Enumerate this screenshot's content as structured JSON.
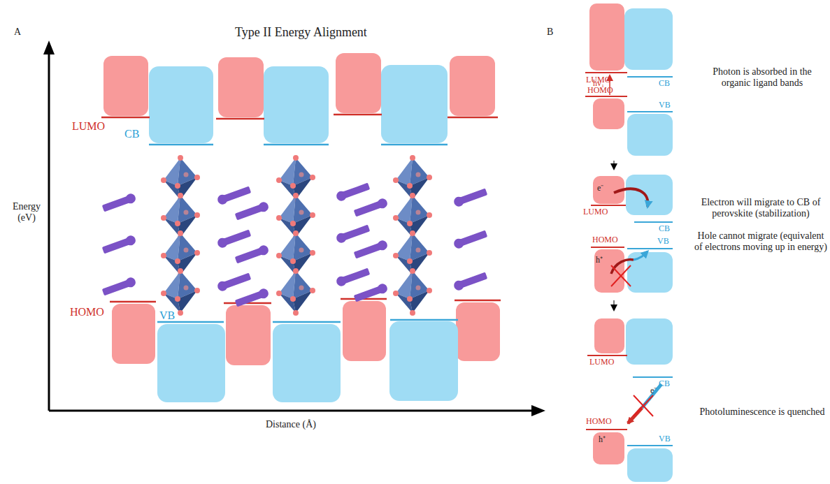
{
  "diagram": {
    "title": "Type II Energy Alignment",
    "labels": [
      "A",
      "B",
      "Energy (eV)",
      "Distance (Å)",
      "LUMO",
      "CB",
      "HOMO",
      "VB",
      "LUMO",
      "CB",
      "hv₁",
      "HOMO",
      "VB",
      "Photon is absorbed in the organic ligand bands",
      "e⁻",
      "LUMO",
      "CB",
      "Electron will migrate to CB of perovskite (stabilization)",
      "HOMO",
      "h⁺",
      "VB",
      "Hole cannot migrate (equivalent of electrons moving up in energy)",
      "LUMO",
      "CB",
      "e⁻",
      "HOMO",
      "h⁺",
      "VB",
      "Photoluminescence is quenched"
    ]
  }
}
